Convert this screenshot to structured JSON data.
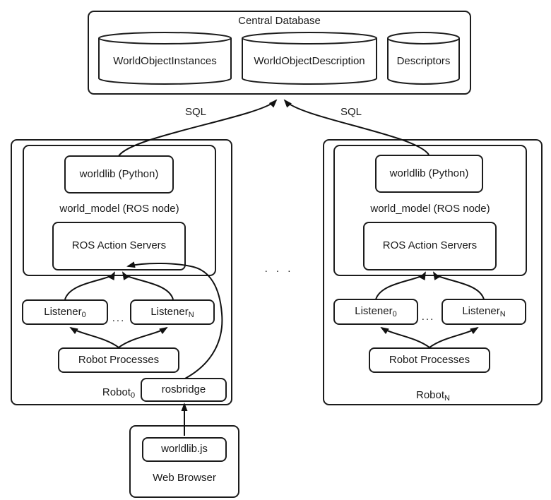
{
  "database": {
    "title": "Central Database",
    "tables": [
      "WorldObjectInstances",
      "WorldObjectDescription",
      "Descriptors"
    ]
  },
  "connections": {
    "sql_left": "SQL",
    "sql_right": "SQL"
  },
  "robot_left": {
    "worldlib": "worldlib (Python)",
    "node_label": "world_model (ROS node)",
    "action_servers": "ROS Action Servers",
    "listener_first": {
      "base": "Listener",
      "sub": "0"
    },
    "listener_last": {
      "base": "Listener",
      "sub": "N"
    },
    "listener_dots": "...",
    "robot_processes": "Robot Processes",
    "name": {
      "base": "Robot",
      "sub": "0"
    },
    "rosbridge": "rosbridge"
  },
  "robot_right": {
    "worldlib": "worldlib (Python)",
    "node_label": "world_model (ROS node)",
    "action_servers": "ROS Action Servers",
    "listener_first": {
      "base": "Listener",
      "sub": "0"
    },
    "listener_last": {
      "base": "Listener",
      "sub": "N"
    },
    "listener_dots": "...",
    "robot_processes": "Robot Processes",
    "name": {
      "base": "Robot",
      "sub": "N"
    }
  },
  "separator_dots": ". . .",
  "web_browser": {
    "worldlib_js": "worldlib.js",
    "label": "Web Browser"
  },
  "colors": {
    "stroke": "#1a1a1a",
    "background": "#ffffff"
  }
}
